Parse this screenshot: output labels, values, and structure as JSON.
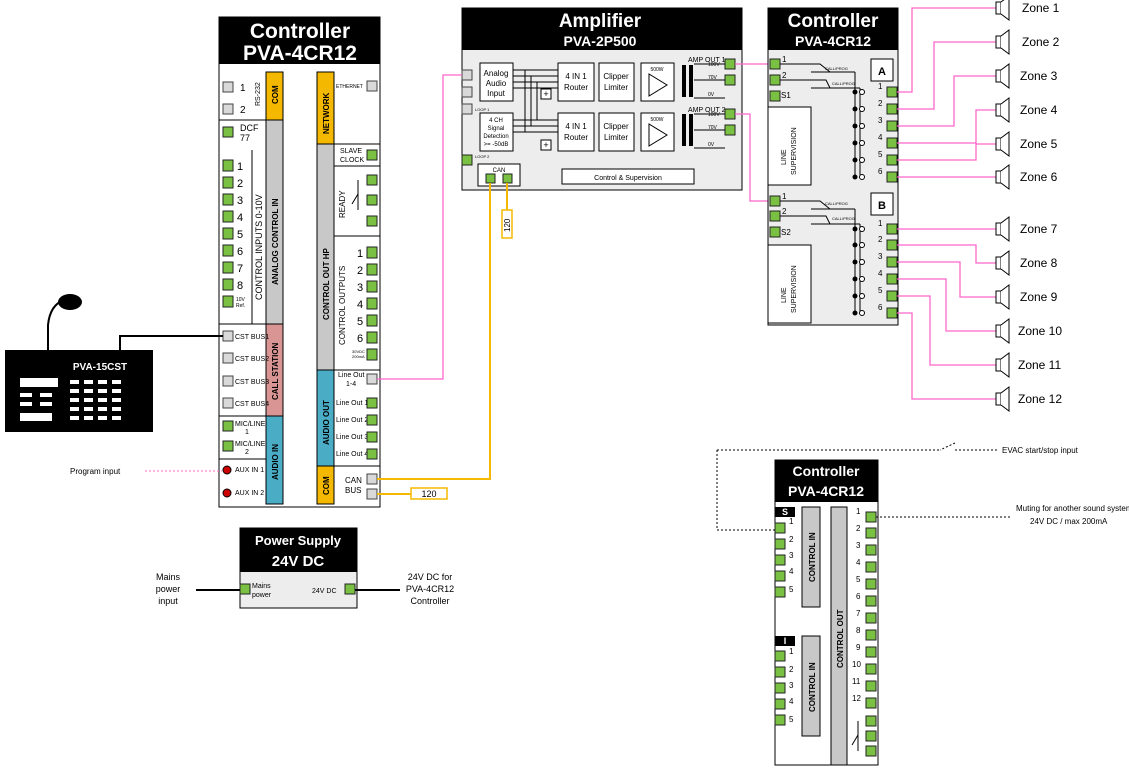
{
  "colors": {
    "terminal_green": "#7ac143",
    "com_orange": "#f5b800",
    "analog_gray": "#c8c8c8",
    "call_station_pink": "#d99594",
    "audio_blue": "#4bacc6",
    "pink_wire": "#ff66cc"
  },
  "controller_left": {
    "title": "Controller",
    "model": "PVA-4CR12",
    "com": {
      "port_labels": [
        "1",
        "2"
      ],
      "sublabel": "RS-232",
      "label": "COM"
    },
    "dcf": "DCF 77",
    "analog": {
      "inputs": [
        "1",
        "2",
        "3",
        "4",
        "5",
        "6",
        "7",
        "8"
      ],
      "ref": "10V Ref.",
      "sub": "CONTROL INPUTS 0-10V",
      "label": "ANALOG CONTROL IN"
    },
    "call": {
      "ports": [
        "CST BUS1",
        "CST BUS2",
        "CST BUS3",
        "CST BUS4"
      ],
      "label": "CALL STATION"
    },
    "audio_in": {
      "ports": [
        "MIC/LINE 1",
        "MIC/LINE 2",
        "AUX IN 1",
        "AUX IN 2"
      ],
      "label": "AUDIO IN"
    },
    "network": {
      "port": "ETHERNET",
      "label": "NETWORK"
    },
    "cohp": {
      "slave": "SLAVE CLOCK",
      "ready": "READY",
      "outputs": [
        "1",
        "2",
        "3",
        "4",
        "5",
        "6"
      ],
      "rating": "30VDC 200mA",
      "sub": "CONTROL OUTPUTS",
      "label": "CONTROL OUT HP"
    },
    "audio_out": {
      "ports": [
        "Line Out 1-4",
        "Line Out 1",
        "Line Out 2",
        "Line Out 3",
        "Line Out 4"
      ],
      "label": "AUDIO OUT"
    },
    "com2": {
      "port": "CAN BUS",
      "label": "COM",
      "term": "120"
    }
  },
  "amplifier": {
    "title": "Amplifier",
    "model": "PVA-2P500",
    "analog_input": "Analog Audio Input",
    "loop1": "LOOP 1",
    "loop2": "LOOP 2",
    "router": "4 IN 1 Router",
    "clipper": "Clipper Limiter",
    "power": "500W",
    "detect": "4 CH Signal Detection >= -50dB",
    "amp1": "AMP OUT 1",
    "amp2": "AMP OUT 2",
    "taps": [
      "100V",
      "70V",
      "0V"
    ],
    "can": "CAN",
    "term": "120",
    "control": "Control & Supervision"
  },
  "controller_right": {
    "title": "Controller",
    "model": "PVA-4CR12",
    "blockA": "A",
    "blockB": "B",
    "s1": "S1",
    "s2": "S2",
    "call_prog": "CALL/PROG",
    "line_sup": "LINE SUPERVISION",
    "zones_out": [
      "1",
      "2",
      "3",
      "4",
      "5",
      "6"
    ]
  },
  "zones": [
    "Zone 1",
    "Zone 2",
    "Zone 3",
    "Zone 4",
    "Zone 5",
    "Zone 6",
    "Zone 7",
    "Zone 8",
    "Zone 9",
    "Zone 10",
    "Zone 11",
    "Zone 12"
  ],
  "call_station": {
    "model": "PVA-15CST"
  },
  "program_input": "Program input",
  "power_supply": {
    "title": "Power Supply",
    "voltage": "24V DC",
    "in": "Mains power",
    "out": "24V DC",
    "mains_label": "Mains power input",
    "out_label": "24V DC for PVA-4CR12 Controller"
  },
  "controller_bottom": {
    "title": "Controller",
    "model": "PVA-4CR12",
    "s": "S",
    "i": "I",
    "ctrl_in": "CONTROL IN",
    "ctrl_out": "CONTROL OUT",
    "s_inputs": [
      "1",
      "2",
      "3",
      "4",
      "5"
    ],
    "i_inputs": [
      "1",
      "2",
      "3",
      "4",
      "5"
    ],
    "outputs": [
      "1",
      "2",
      "3",
      "4",
      "5",
      "6",
      "7",
      "8",
      "9",
      "10",
      "11",
      "12"
    ]
  },
  "evac": "EVAC start/stop input",
  "muting": "Muting for another sound system",
  "muting2": "24V DC / max 200mA"
}
